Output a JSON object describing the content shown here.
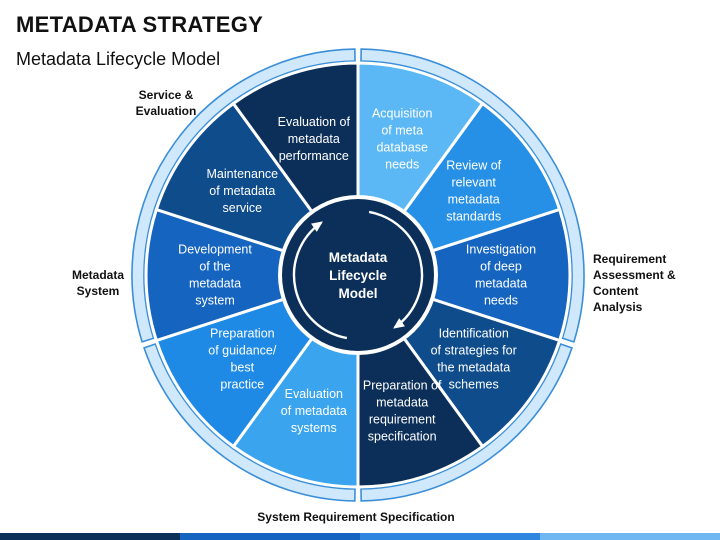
{
  "title": "METADATA STRATEGY",
  "subtitle": "Metadata Lifecycle Model",
  "center_label": [
    "Metadata",
    "Lifecycle",
    "Model"
  ],
  "segments": [
    {
      "lines": [
        "Acquisition",
        "of meta",
        "database",
        "needs"
      ],
      "color": "#5bb8f5"
    },
    {
      "lines": [
        "Review of",
        "relevant",
        "metadata",
        "standards"
      ],
      "color": "#2690e6"
    },
    {
      "lines": [
        "Investigation",
        "of deep",
        "metadata",
        "needs"
      ],
      "color": "#1565c0"
    },
    {
      "lines": [
        "Identification",
        "of strategies for",
        "the metadata",
        "schemes"
      ],
      "color": "#0f4c8c"
    },
    {
      "lines": [
        "Preparation of",
        "metadata",
        "requirement",
        "specification"
      ],
      "color": "#0b2f59"
    },
    {
      "lines": [
        "Evaluation",
        "of metadata",
        "systems"
      ],
      "color": "#3aa5ee"
    },
    {
      "lines": [
        "Preparation",
        "of guidance/",
        "best",
        "practice"
      ],
      "color": "#1f8ae5"
    },
    {
      "lines": [
        "Development",
        "of the",
        "metadata",
        "system"
      ],
      "color": "#1565c0"
    },
    {
      "lines": [
        "Maintenance",
        "of metadata",
        "service"
      ],
      "color": "#0f4c8c"
    },
    {
      "lines": [
        "Evaluation of",
        "metadata",
        "performance"
      ],
      "color": "#0b2f59"
    }
  ],
  "outer_labels": {
    "service": [
      "Service &",
      "Evaluation"
    ],
    "requirement": [
      "Requirement",
      "Assessment &",
      "Content",
      "Analysis"
    ],
    "system": [
      "Metadata",
      "System"
    ],
    "specification": [
      "System Requirement Specification"
    ]
  },
  "colors": {
    "ring_fill": "#cfe8fb",
    "ring_stroke": "#3b8fd9",
    "center_fill": "#0b2f59",
    "bar": [
      "#0b2f59",
      "#1565c0",
      "#2e86de",
      "#6fb7f2"
    ]
  }
}
